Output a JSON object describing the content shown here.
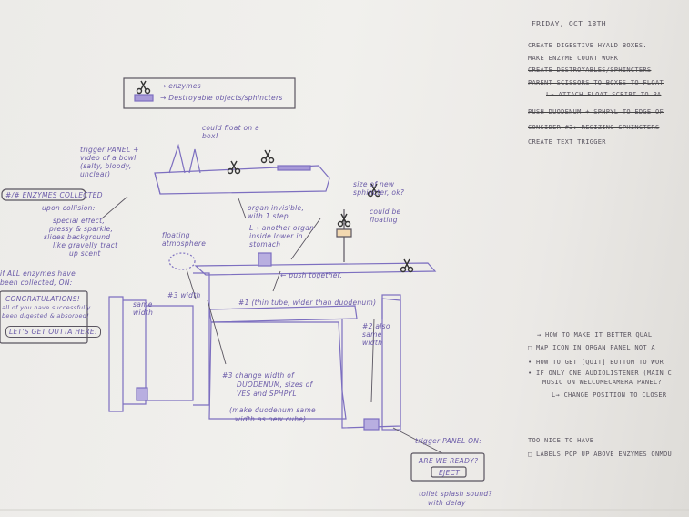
{
  "notes": {
    "heading": "FRIDAY, OCT 18TH",
    "todo": [
      {
        "text": "CREATE DIGESTIVE HYALD BOXES.",
        "struck": true
      },
      {
        "text": "MAKE ENZYME COUNT WORK",
        "struck": false
      },
      {
        "text": "CREATE DESTROYABLES/SPHINCTERS",
        "struck": true
      },
      {
        "text": "PARENT SCISSORS TO BOXES TO FLOAT",
        "struck": true
      },
      {
        "text": "L→ ATTACH FLOAT SCRIPT TO PA",
        "struck": true
      },
      {
        "text": "PUSH DUODENUM + SPHPYL TO EDGE OF",
        "struck": true
      },
      {
        "text": "CONSIDER #3: RESIZING SPHINCTERS",
        "struck": true
      },
      {
        "text": "CREATE TEXT TRIGGER",
        "struck": false
      }
    ],
    "improve": [
      "→ HOW TO MAKE IT BETTER QUAL",
      "□ MAP ICON IN ORGAN PANEL NOT A",
      "• HOW TO GET [QUIT] BUTTON TO WOR",
      "• IF ONLY ONE AUDIOLISTENER (MAIN C",
      "MUSIC ON WELCOMECAMERA PANEL?",
      "L→ CHANGE POSITION TO CLOSER"
    ],
    "nice_heading": "TOO NICE TO HAVE",
    "nice": [
      "□ LABELS POP UP ABOVE ENZYMES ONMOU"
    ]
  },
  "sketch": {
    "legend": [
      "→ enzymes",
      "→ Destroyable objects/sphincters"
    ],
    "could_float": "could float on a box!",
    "trigger_panel": "trigger PANEL + video of a bowl (salty, bloody, unclear)",
    "enzymes_collected": "#/# ENZYMES COLLECTED",
    "upon_collision": "upon collision:",
    "special_effect": [
      "special effect,",
      "pressy & sparkle,",
      "slides background",
      "like gravelly tract",
      "up scent"
    ],
    "organ_invisible": "organ invisible, with 1 step",
    "another_organ": "L→ another organ inside lower in stomach",
    "size_sphincter": "size of new sphincter, ok?",
    "could_be_floating": "could be floating",
    "floating_atmosphere": "floating atmosphere",
    "all_enzymes": [
      "if ALL enzymes have",
      "been collected, ON:"
    ],
    "congrats": [
      "CONGRATULATIONS!",
      "all of you have successfully",
      "been digested & absorbed!"
    ],
    "lets_get_out": "LET'S GET OUTTA HERE!",
    "push_together": "← push together.",
    "thin_tube": "#1 (thin tube, wider than duodenum)",
    "same_width": "same width",
    "label_3_width": "#3 width",
    "label_2": "#2 also same width",
    "change_width": [
      "#3 change width of",
      "DUODENUM, sizes of",
      "VES and SPHPYL"
    ],
    "make_duodenum": [
      "(make duodenum same",
      "width as new cube)"
    ],
    "trigger_panel_on": "trigger PANEL ON:",
    "are_we_ready": "ARE WE READY?",
    "eject": "EJECT",
    "toilet_sound": [
      "toilet splash sound?",
      "with delay"
    ]
  },
  "colors": {
    "ink": "#6a5aa8",
    "pencil": "#4a4650",
    "paper": "#efeeeb"
  }
}
